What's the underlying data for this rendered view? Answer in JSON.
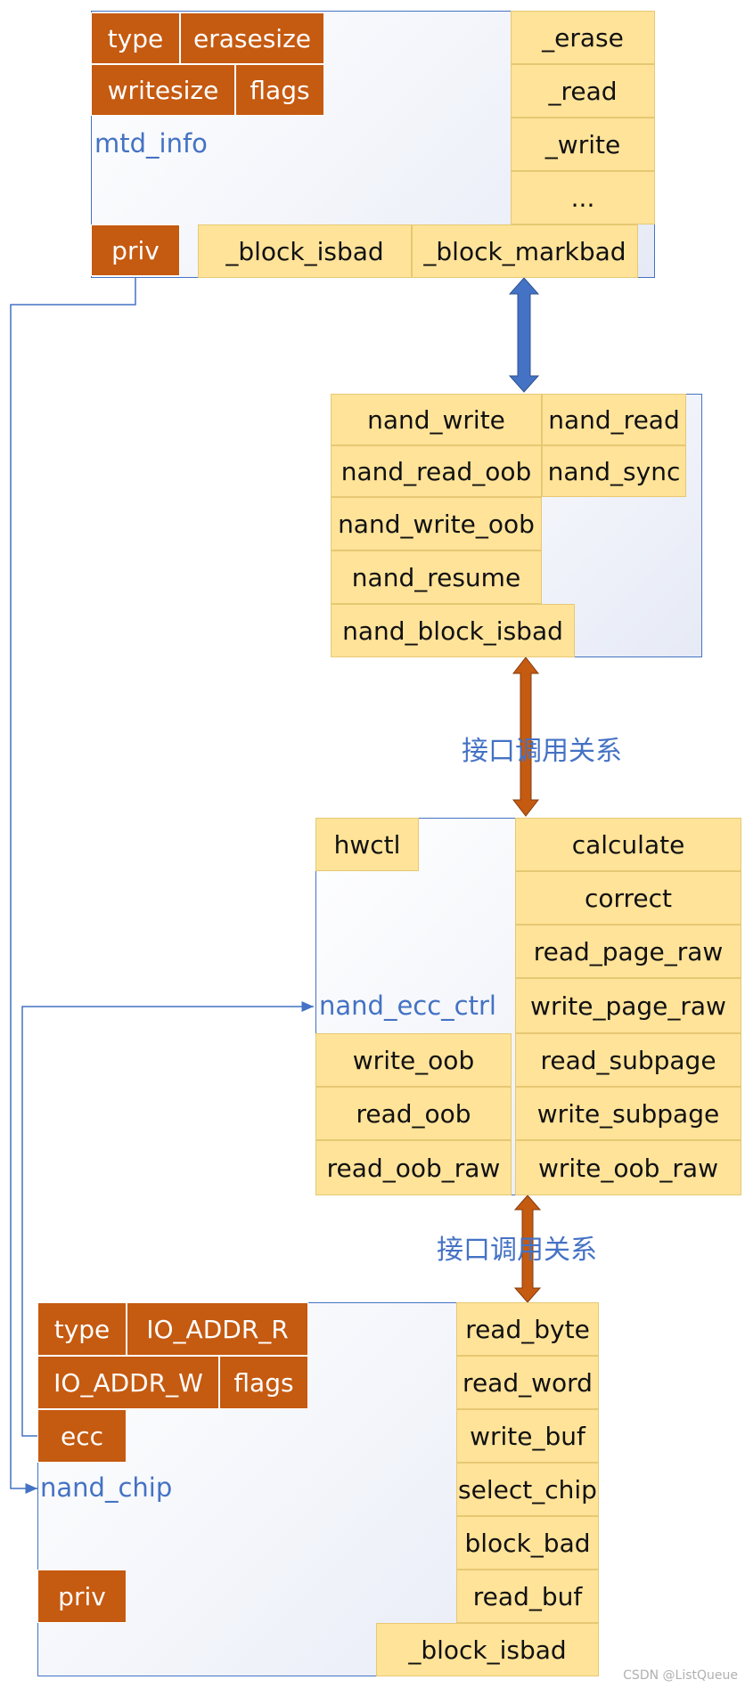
{
  "mtd_info": {
    "label": "mtd_info",
    "fields": [
      "type",
      "erasesize",
      "writesize",
      "flags",
      "priv"
    ],
    "ops": [
      "_erase",
      "_read",
      "_write",
      "...",
      "_block_isbad",
      "_block_markbad"
    ]
  },
  "nand_ops": {
    "ops": [
      "nand_write",
      "nand_read",
      "nand_read_oob",
      "nand_sync",
      "nand_write_oob",
      "nand_resume",
      "nand_block_isbad"
    ]
  },
  "nand_ecc_ctrl": {
    "label": "nand_ecc_ctrl",
    "ops_left": [
      "hwctl",
      "write_oob",
      "read_oob",
      "read_oob_raw"
    ],
    "ops_right": [
      "calculate",
      "correct",
      "read_page_raw",
      "write_page_raw",
      "read_subpage",
      "write_subpage",
      "write_oob_raw"
    ]
  },
  "nand_chip": {
    "label": "nand_chip",
    "fields": [
      "type",
      "IO_ADDR_R",
      "IO_ADDR_W",
      "flags",
      "ecc",
      "priv"
    ],
    "ops": [
      "read_byte",
      "read_word",
      "write_buf",
      "select_chip",
      "block_bad",
      "read_buf",
      "_block_isbad"
    ]
  },
  "relation_label_1": "接口调用关系",
  "relation_label_2": "接口调用关系",
  "colors": {
    "field_fill": "#C55A11",
    "op_fill": "#FFE399",
    "border": "#4472C4",
    "arrow_blue": "#4472C4",
    "arrow_orange": "#C55A11"
  },
  "watermark": "CSDN @ListQueue"
}
